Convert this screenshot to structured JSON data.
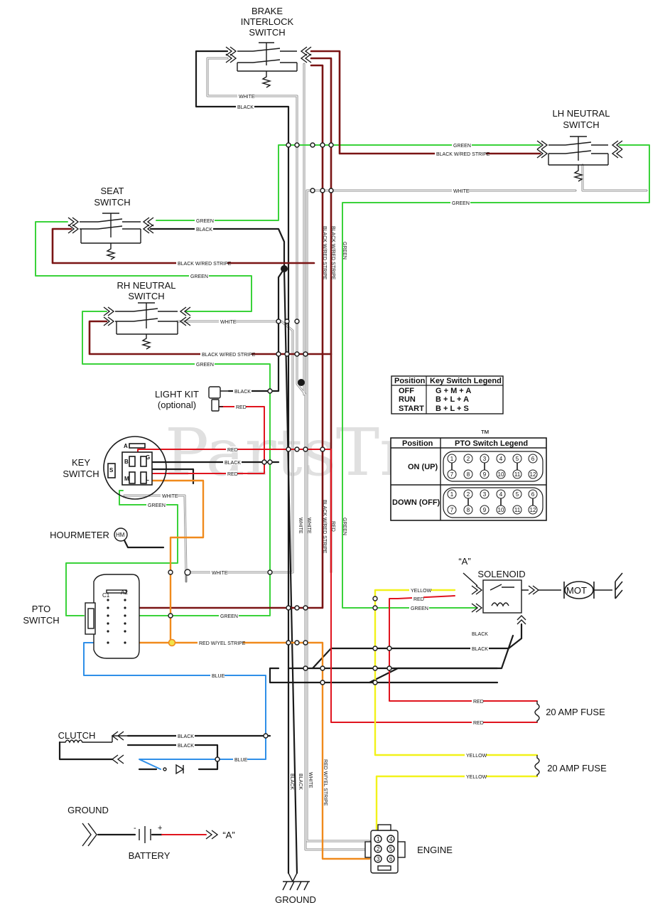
{
  "components": {
    "brake": [
      "BRAKE",
      "INTERLOCK",
      "SWITCH"
    ],
    "lh": [
      "LH NEUTRAL",
      "SWITCH"
    ],
    "seat": [
      "SEAT",
      "SWITCH"
    ],
    "rh": [
      "RH NEUTRAL",
      "SWITCH"
    ],
    "light": [
      "LIGHT KIT",
      "(optional)"
    ],
    "key": [
      "KEY",
      "SWITCH"
    ],
    "hourmeter": "HOURMETER",
    "pto": [
      "PTO",
      "SWITCH"
    ],
    "clutch": "CLUTCH",
    "ground_left": "GROUND",
    "battery": "BATTERY",
    "ground_bottom": "GROUND",
    "engine": "ENGINE",
    "solenoid": "SOLENOID",
    "solenoid_tag": "“A”",
    "battery_tag": "“A”",
    "motor": "MOT",
    "fuse1": "20 AMP FUSE",
    "fuse2": "20 AMP FUSE",
    "hm_symbol": "HM"
  },
  "key_terminals": [
    "A",
    "B",
    "G",
    "S",
    "M",
    "L"
  ],
  "pto_terminals": [
    "C1",
    "A2"
  ],
  "battery_polarity": [
    "-",
    "+"
  ],
  "wire_labels": {
    "white": "WHITE",
    "black": "BLACK",
    "green": "GREEN",
    "red": "RED",
    "blue": "BLUE",
    "yellow": "YELLOW",
    "bwr": "BLACK W/RED STRIPE",
    "ryel": "RED W/YEL STRIPE"
  },
  "key_legend": {
    "headers": [
      "Position",
      "Key Switch Legend"
    ],
    "rows": [
      [
        "OFF",
        "G + M + A"
      ],
      [
        "RUN",
        "B + L + A"
      ],
      [
        "START",
        "B + L + S"
      ]
    ]
  },
  "pto_legend": {
    "headers": [
      "Position",
      "PTO Switch Legend"
    ],
    "rows": [
      [
        "ON (UP)"
      ],
      [
        "DOWN (OFF)"
      ]
    ],
    "pins": [
      "1",
      "2",
      "3",
      "4",
      "5",
      "6",
      "7",
      "8",
      "9",
      "10",
      "11",
      "12"
    ]
  },
  "engine_pins": [
    "1",
    "2",
    "3",
    "4",
    "5",
    "6"
  ],
  "watermark": "PartsTree",
  "trademark": "™",
  "colors": {
    "black": "#1a1a1a",
    "white_wire": "#9a9a9a",
    "green": "#3ad23a",
    "red": "#e0141e",
    "maroon": "#7a1414",
    "blue": "#2f8fe8",
    "yellow": "#f2f21a",
    "orange": "#f08a1c"
  }
}
